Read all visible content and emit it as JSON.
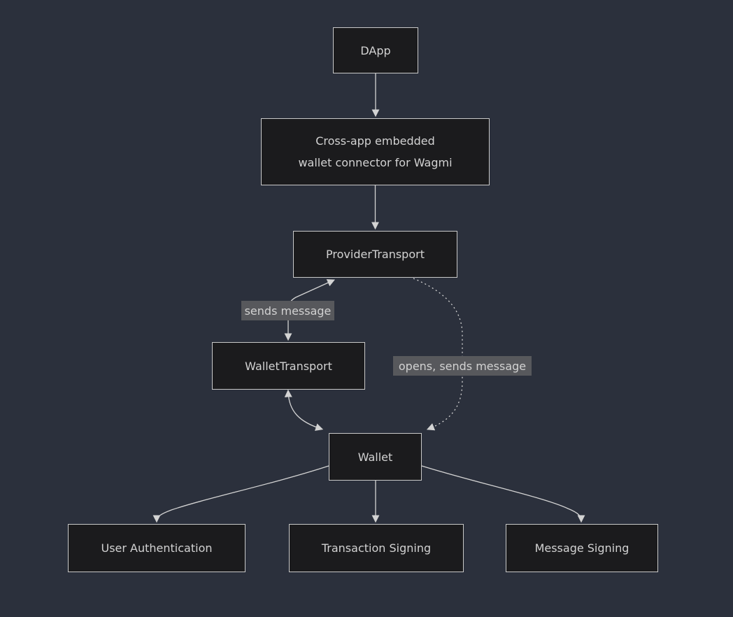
{
  "diagram": {
    "type": "flowchart-top-down",
    "nodes": [
      {
        "id": "dapp",
        "label": "DApp"
      },
      {
        "id": "connector",
        "label": "Cross-app embedded wallet connector for Wagmi",
        "lines": [
          "Cross-app embedded",
          "wallet connector for Wagmi"
        ]
      },
      {
        "id": "provider-transport",
        "label": "ProviderTransport"
      },
      {
        "id": "wallet-transport",
        "label": "WalletTransport"
      },
      {
        "id": "wallet",
        "label": "Wallet"
      },
      {
        "id": "user-authentication",
        "label": "User Authentication"
      },
      {
        "id": "transaction-signing",
        "label": "Transaction Signing"
      },
      {
        "id": "message-signing",
        "label": "Message Signing"
      }
    ],
    "edges": [
      {
        "from": "dapp",
        "to": "connector",
        "style": "solid",
        "arrow": "end",
        "label": ""
      },
      {
        "from": "connector",
        "to": "provider-transport",
        "style": "solid",
        "arrow": "end",
        "label": ""
      },
      {
        "from": "wallet-transport",
        "to": "provider-transport",
        "style": "solid",
        "arrow": "both",
        "label": "sends message"
      },
      {
        "from": "wallet-transport",
        "to": "wallet",
        "style": "solid",
        "arrow": "both",
        "label": ""
      },
      {
        "from": "provider-transport",
        "to": "wallet",
        "style": "dotted",
        "arrow": "end",
        "label": "opens, sends message"
      },
      {
        "from": "wallet",
        "to": "user-authentication",
        "style": "solid",
        "arrow": "end",
        "label": ""
      },
      {
        "from": "wallet",
        "to": "transaction-signing",
        "style": "solid",
        "arrow": "end",
        "label": ""
      },
      {
        "from": "wallet",
        "to": "message-signing",
        "style": "solid",
        "arrow": "end",
        "label": ""
      }
    ],
    "colors": {
      "background": "#2b303c",
      "node_fill": "#1b1b1d",
      "node_border": "#c9c9c9",
      "node_text": "#d2d2d2",
      "edge_stroke": "#d3d3d3",
      "edge_label_background": "#57585c",
      "edge_label_text": "#d2d2d2"
    }
  }
}
